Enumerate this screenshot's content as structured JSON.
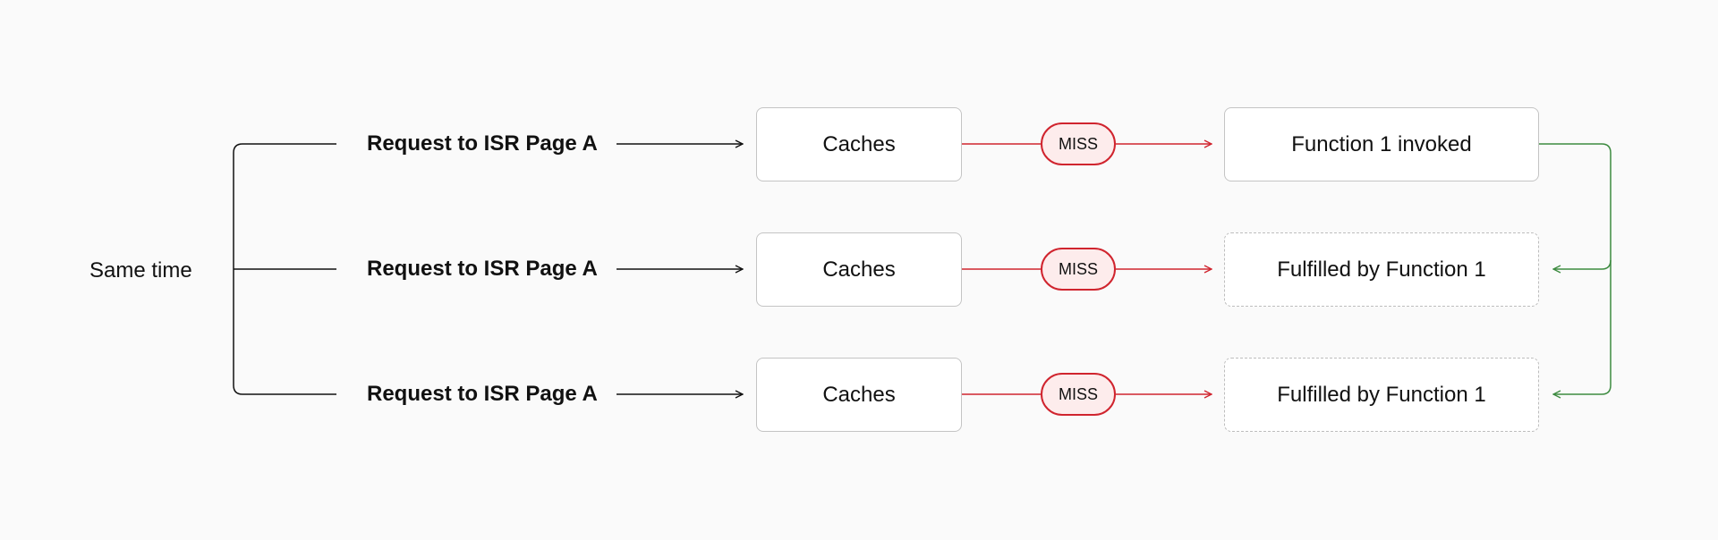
{
  "diagram": {
    "source_label": "Same time",
    "rows": [
      {
        "request_label": "Request to ISR Page A",
        "cache_label": "Caches",
        "status_label": "MISS",
        "result_label": "Function 1 invoked",
        "result_style": "solid"
      },
      {
        "request_label": "Request to ISR Page A",
        "cache_label": "Caches",
        "status_label": "MISS",
        "result_label": "Fulfilled by Function 1",
        "result_style": "dashed"
      },
      {
        "request_label": "Request to ISR Page A",
        "cache_label": "Caches",
        "status_label": "MISS",
        "result_label": "Fulfilled by Function 1",
        "result_style": "dashed"
      }
    ]
  },
  "colors": {
    "background": "#fafafa",
    "miss_stroke": "#d0242e",
    "miss_fill": "#fdecec",
    "fulfill_arrow": "#3d8b40",
    "neutral_line": "#111111",
    "box_border": "#c4c4c4"
  }
}
